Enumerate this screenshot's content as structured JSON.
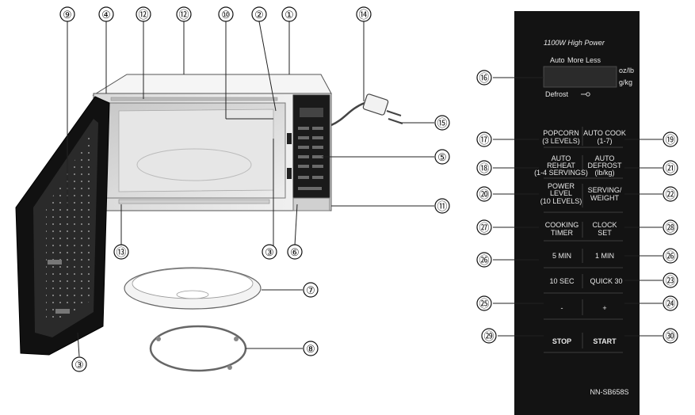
{
  "panel": {
    "power_title": "1100W High Power",
    "display_labels": {
      "auto": "Auto",
      "more": "More",
      "less": "Less",
      "defrost": "Defrost",
      "unit_oz": "oz/lb",
      "unit_g": "g/kg"
    },
    "buttons": {
      "popcorn": [
        "POPCORN",
        "(3 LEVELS)"
      ],
      "auto_cook": [
        "AUTO COOK",
        "(1-7)"
      ],
      "auto_reheat": [
        "AUTO",
        "REHEAT",
        "(1-4 SERVINGS)"
      ],
      "auto_defrost": [
        "AUTO",
        "DEFROST",
        "(lb/kg)"
      ],
      "power_level": [
        "POWER",
        "LEVEL",
        "(10 LEVELS)"
      ],
      "serving_weight": [
        "SERVING/",
        "WEIGHT"
      ],
      "cooking_timer": [
        "COOKING",
        "TIMER"
      ],
      "clock_set": [
        "CLOCK",
        "SET"
      ],
      "five_min": "5 MIN",
      "one_min": "1 MIN",
      "ten_sec": "10 SEC",
      "quick30": "QUICK 30",
      "minus": "-",
      "plus": "+",
      "stop": "STOP",
      "start": "START"
    },
    "model": "NN-SB658S"
  },
  "callouts": {
    "c1": "①",
    "c2": "②",
    "c3": "③",
    "c4": "④",
    "c5": "⑤",
    "c6": "⑥",
    "c7": "⑦",
    "c8": "⑧",
    "c9": "⑨",
    "c10": "⑩",
    "c11": "⑪",
    "c12": "⑫",
    "c13": "⑬",
    "c14": "⑭",
    "c15": "⑮",
    "c16": "⑯",
    "c17": "⑰",
    "c18": "⑱",
    "c19": "⑲",
    "c20": "⑳",
    "c21": "㉑",
    "c22": "㉒",
    "c23": "㉓",
    "c24": "㉔",
    "c25": "㉕",
    "c26": "㉖",
    "c27": "㉗",
    "c28": "㉘",
    "c29": "㉙",
    "c30": "㉚"
  }
}
